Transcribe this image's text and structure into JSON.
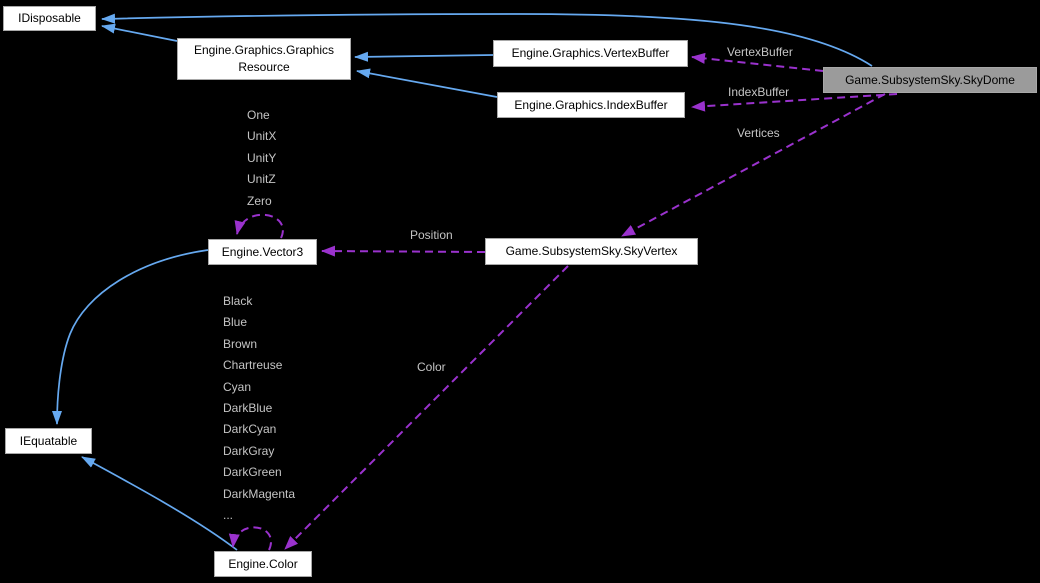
{
  "diagram": {
    "type": "collaboration-diagram",
    "nodes": {
      "idisposable": {
        "label": "IDisposable"
      },
      "graphics_resource": {
        "label": "Engine.Graphics.Graphics\nResource"
      },
      "vertex_buffer": {
        "label": "Engine.Graphics.VertexBuffer"
      },
      "index_buffer": {
        "label": "Engine.Graphics.IndexBuffer"
      },
      "sky_dome": {
        "label": "Game.SubsystemSky.SkyDome"
      },
      "vector3": {
        "label": "Engine.Vector3"
      },
      "sky_vertex": {
        "label": "Game.SubsystemSky.SkyVertex"
      },
      "iequatable": {
        "label": "IEquatable"
      },
      "color": {
        "label": "Engine.Color"
      }
    },
    "edge_labels": {
      "vertex_buffer": "VertexBuffer",
      "index_buffer": "IndexBuffer",
      "vertices": "Vertices",
      "position": "Position",
      "color": "Color"
    },
    "vector3_fields": [
      "One",
      "UnitX",
      "UnitY",
      "UnitZ",
      "Zero"
    ],
    "color_fields": [
      "Black",
      "Blue",
      "Brown",
      "Chartreuse",
      "Cyan",
      "DarkBlue",
      "DarkCyan",
      "DarkGray",
      "DarkGreen",
      "DarkMagenta",
      "..."
    ]
  },
  "colors": {
    "background": "#000000",
    "inheritance_edge": "#66a9f0",
    "usage_edge": "#9a32cd",
    "node_fill": "#ffffff",
    "node_border": "#a8a8a8",
    "node_text": "#000000",
    "active_node_fill": "#9b9b9b",
    "edge_label_text": "#c4c4c4"
  }
}
